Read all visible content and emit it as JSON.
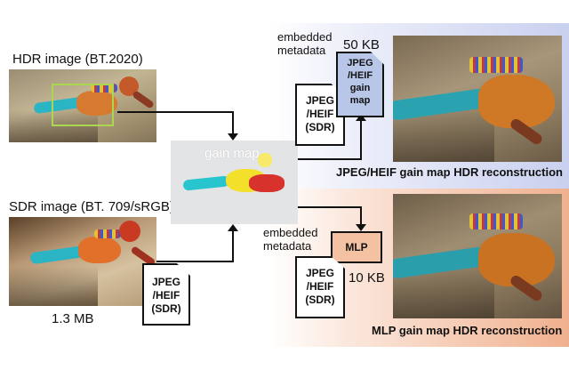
{
  "labels": {
    "hdr_image": "HDR image (BT.2020)",
    "sdr_image": "SDR image (BT. 709/sRGB)",
    "gain_map": "gain map",
    "sdr_size": "1.3 MB",
    "size_top": "50 KB",
    "size_bottom": "10 KB",
    "embedded_metadata_top": [
      "embedded",
      "metadata"
    ],
    "embedded_metadata_bottom": [
      "embedded",
      "metadata"
    ],
    "caption_top": "JPEG/HEIF gain map HDR reconstruction",
    "caption_bottom": "MLP gain map HDR reconstruction"
  },
  "docs": {
    "sdr_file": [
      "JPEG",
      "/HEIF",
      "(SDR)"
    ],
    "top_sdr_file": [
      "JPEG",
      "/HEIF",
      "(SDR)"
    ],
    "top_gain_file": [
      "JPEG",
      "/HEIF",
      "gain",
      "map"
    ],
    "bottom_sdr_file": [
      "JPEG",
      "/HEIF",
      "(SDR)"
    ]
  },
  "mlp_label": "MLP",
  "colors": {
    "panel_top_accent": "#c9d0ef",
    "panel_bottom_accent": "#f0b08e",
    "crop_box": "#a9d74f",
    "mlp_box": "#f4c2a3",
    "gain_doc_fill": "#b8c6e8"
  }
}
